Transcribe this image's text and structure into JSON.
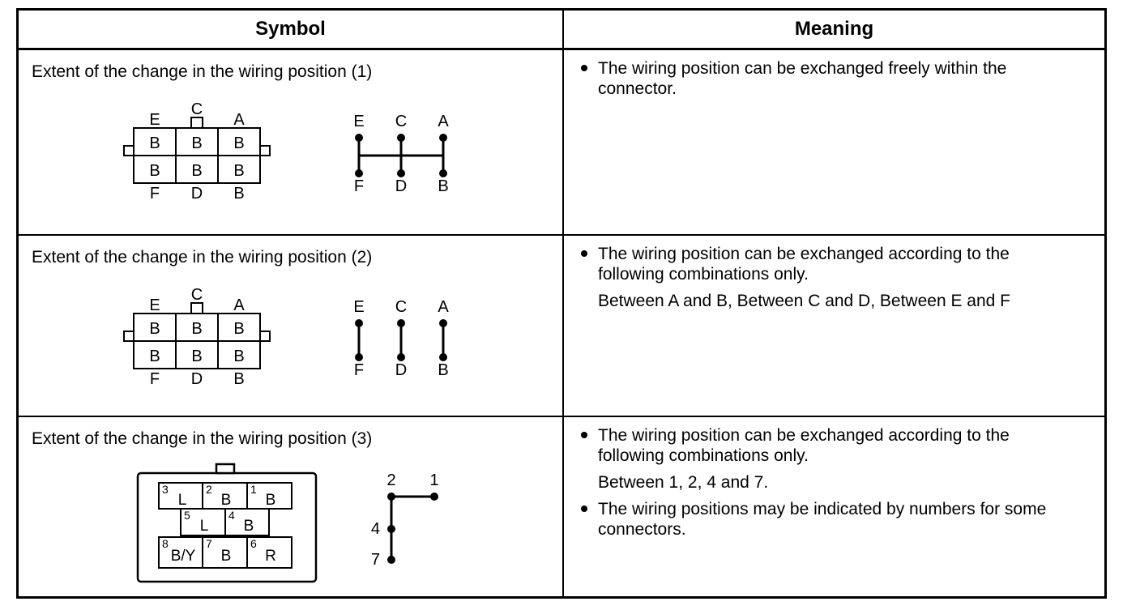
{
  "header": {
    "symbol_label": "Symbol",
    "meaning_label": "Meaning"
  },
  "rows": [
    {
      "title": "Extent of the change in the wiring position (1)",
      "meaning": {
        "item1": "The wiring position can be exchanged freely within the connector."
      }
    },
    {
      "title": "Extent of the change in the wiring position (2)",
      "meaning": {
        "item1": "The wiring position can be exchanged according to the following combinations only.",
        "item2": "Between A and B, Between C and D, Between E and F"
      }
    },
    {
      "title": "Extent of the change in the wiring position (3)",
      "meaning": {
        "item1": "The wiring position can be exchanged according to the following combinations only.",
        "item2": "Between 1, 2, 4 and 7.",
        "item3": "The wiring positions may be indicated by numbers for some connectors."
      }
    }
  ],
  "connector6": {
    "top": {
      "e": "E",
      "c": "C",
      "a": "A"
    },
    "bottom": {
      "f": "F",
      "d": "D",
      "b": "B"
    },
    "cell": "B"
  },
  "connector8": {
    "cells": [
      {
        "n": "3",
        "label": "L"
      },
      {
        "n": "2",
        "label": "B"
      },
      {
        "n": "1",
        "label": "B"
      },
      {
        "n": "5",
        "label": "L"
      },
      {
        "n": "4",
        "label": "B"
      },
      {
        "n": "8",
        "label": "B/Y"
      },
      {
        "n": "7",
        "label": "B"
      },
      {
        "n": "6",
        "label": "R"
      }
    ]
  },
  "chain": {
    "n2": "2",
    "n1": "1",
    "n4": "4",
    "n7": "7"
  },
  "colors": {
    "ink": "#000000",
    "paper": "#ffffff"
  }
}
